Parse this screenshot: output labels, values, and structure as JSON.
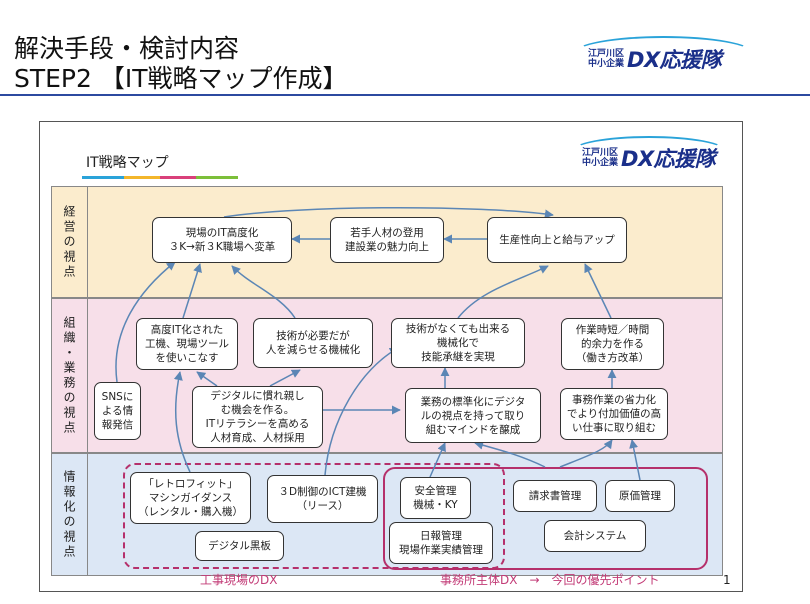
{
  "header": {
    "title_line1": "解決手段・検討内容",
    "title_line2": "STEP2 【IT戦略マップ作成】"
  },
  "logo": {
    "line1": "江戸川区",
    "line2": "中小企業",
    "big_text": "DX応援隊"
  },
  "map": {
    "title": "IT戦略マップ",
    "page_number": "1"
  },
  "bands": {
    "management": "経営の視点",
    "organization": "組織・業務の視点",
    "information": "情報化の視点"
  },
  "nodes": {
    "it_upgrade": "現場のIT高度化\n３K→新３K職場へ変革",
    "young_talent": "若手人材の登用\n建設業の魅力向上",
    "productivity": "生産性向上と給与アップ",
    "advanced_it": "高度IT化された\n工機、現場ツール\nを使いこなす",
    "mechanization": "技術が必要だが\n人を減らせる機械化",
    "skill_transfer": "技術がなくても出来る\n機械化で\n技能承継を実現",
    "work_style": "作業時短／時間\n的余力を作る\n（働き方改革）",
    "sns": "SNSに\nよる情\n報発信",
    "digital_literacy": "デジタルに慣れ親し\nむ機会を作る。\nITリテラシーを高める\n人材育成、人材採用",
    "standardization": "業務の標準化にデジタ\nルの視点を持って取り\n組むマインドを醸成",
    "labor_saving": "事務作業の省力化\nでより付加価値の高\nい仕事に取り組む",
    "retrofit": "「レトロフィット」\nマシンガイダンス\n（レンタル・購入機）",
    "ict_machine": "３D制御のICT建機\n（リース）",
    "digital_board": "デジタル黒板",
    "safety": "安全管理\n機械・KY",
    "daily_report": "日報管理\n現場作業実績管理",
    "invoice": "請求書管理",
    "cost": "原価管理",
    "accounting": "会計システム"
  },
  "captions": {
    "site_dx": "工事現場のDX",
    "office_dx": "事務所主体DX　→　今回の優先ポイント"
  },
  "colors": {
    "management_band": "#fbeccd",
    "organization_band": "#f7dfe9",
    "information_band": "#dce7f5",
    "group_border": "#b5306b",
    "arrow": "#5b86b5",
    "logo_text": "#1a2f8a",
    "logo_accent": "#2aa3d9",
    "rule": "#2c4aa0"
  },
  "icons": {
    "logo_swoosh": "swoosh-icon"
  }
}
